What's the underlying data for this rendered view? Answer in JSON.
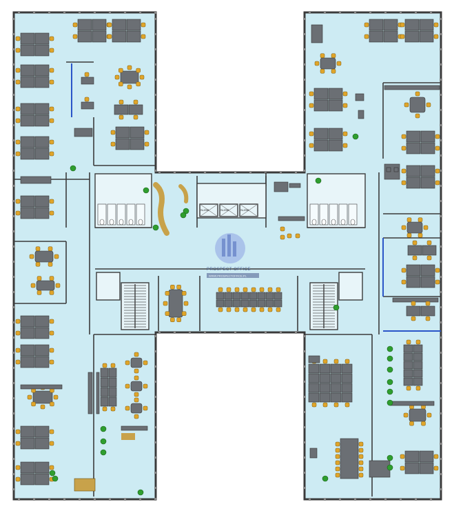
{
  "plan": {
    "colors": {
      "floor": "#cdebf3",
      "wall": "#3b3b3b",
      "desk": "#6b6f74",
      "chair": "#e0a52a",
      "plant": "#2f9e2f",
      "glass": "#2a55c8",
      "wood": "#c8a24a"
    },
    "lift_labels": [
      "SLISM",
      "SLISM",
      "SLISM"
    ],
    "watermark": {
      "logo_text": "PROSPECT OFFICE",
      "sub_text": "WWW.PROSPECTOFFICE.PL"
    }
  }
}
